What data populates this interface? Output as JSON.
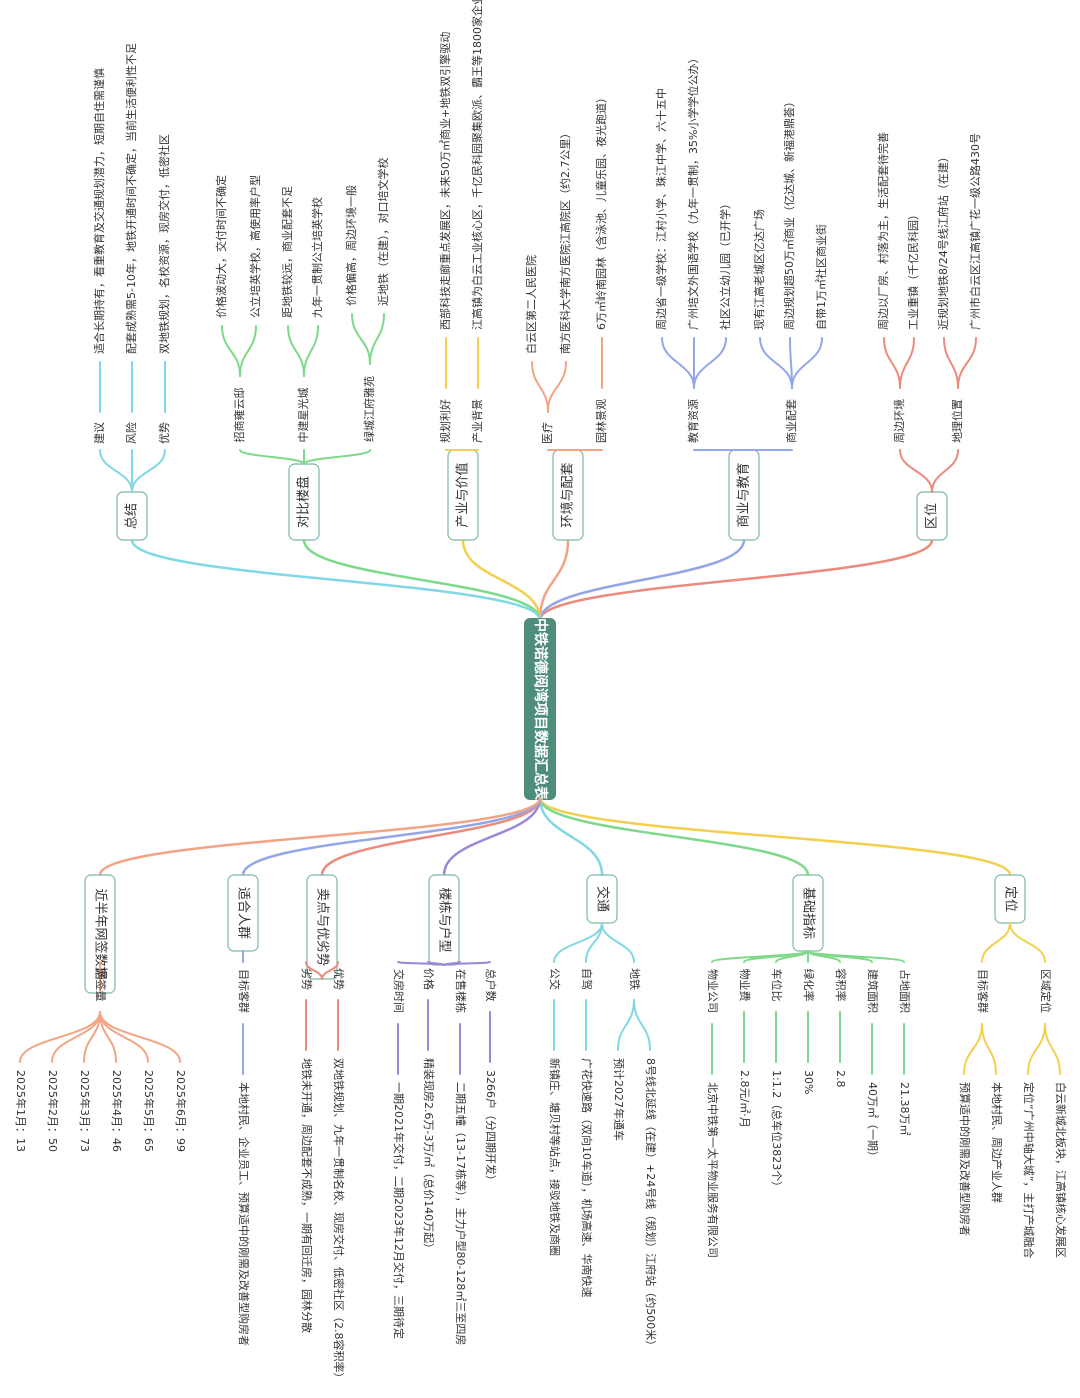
{
  "root": {
    "label": "中铁诺德阅湾项目数据汇总表"
  },
  "top_branches": [
    {
      "label": "区位",
      "color": "#ec8b7b",
      "children": [
        {
          "label": "地理位置",
          "leaves": [
            "广州市白云区江高镇广花一级公路430号",
            "近规划地铁8/24号线江府站（在建）"
          ]
        },
        {
          "label": "周边环境",
          "leaves": [
            "工业重镇（千亿民科园）",
            "周边以厂房、村落为主，生活配套待完善"
          ]
        }
      ]
    },
    {
      "label": "商业与教育",
      "color": "#93a7e8",
      "children": [
        {
          "label": "商业配套",
          "leaves": [
            "自带1万㎡社区商业街",
            "周边规划超50万㎡商业（亿达城、新福港鼎荟）",
            "现有江高老城区亿达广场"
          ]
        },
        {
          "label": "教育资源",
          "leaves": [
            "社区公立幼儿园（已开学）",
            "广州培文外国语学校（九年一贯制，35%小学学位公办）",
            "周边省一级学校：江村小学、珠江中学、六十五中"
          ]
        }
      ]
    },
    {
      "label": "环境与配套",
      "color": "#f2a585",
      "children": [
        {
          "label": "园林景观",
          "leaves": [
            "6万㎡岭南园林（含泳池、儿童乐园、夜光跑道）"
          ]
        },
        {
          "label": "医疗",
          "leaves": [
            "南方医科大学南方医院江高院区（约2.7公里）",
            "白云区第二人民医院"
          ]
        }
      ]
    },
    {
      "label": "产业与价值",
      "color": "#f3cf4e",
      "children": [
        {
          "label": "产业背景",
          "leaves": [
            "江高镇为白云工业核心区，千亿民科园聚集欧派、霸王等1800家企业"
          ]
        },
        {
          "label": "规划利好",
          "leaves": [
            "西部科技走廊重点发展区，未来50万㎡商业+地铁双引擎驱动"
          ]
        }
      ]
    },
    {
      "label": "对比楼盘",
      "color": "#7fd98a",
      "children": [
        {
          "label": "绿城江府雅苑",
          "leaves": [
            "近地铁（在建），对口培文学校",
            "价格偏高，周边环境一般"
          ]
        },
        {
          "label": "中建星光城",
          "leaves": [
            "九年一贯制公立培英学校",
            "距地铁较远，商业配套不足"
          ]
        },
        {
          "label": "招商雍云邸",
          "leaves": [
            "公立培英学校，高使用率户型",
            "价格波动大，交付时间不确定"
          ]
        }
      ]
    },
    {
      "label": "总结",
      "color": "#7fd8e4",
      "children": [
        {
          "label": "优势",
          "leaves": [
            "双地铁规划，名校资源，现房交付，低密社区"
          ]
        },
        {
          "label": "风险",
          "leaves": [
            "配套成熟需5-10年，地铁开通时间不确定，当前生活便利性不足"
          ]
        },
        {
          "label": "建议",
          "leaves": [
            "适合长期持有，看重教育及交通规划潜力，短期自住需谨慎"
          ]
        }
      ]
    }
  ],
  "bottom_branches": [
    {
      "label": "定位",
      "color": "#f3cf4e",
      "children": [
        {
          "label": "区域定位",
          "leaves": [
            "白云新城北板块，江高镇核心发展区",
            "定位“广州中轴大城”，主打产城融合"
          ]
        },
        {
          "label": "目标客群",
          "leaves": [
            "本地村民、周边产业人群",
            "预算适中的刚需及改善型购房者"
          ]
        }
      ]
    },
    {
      "label": "基础指标",
      "color": "#7fd98a",
      "children": [
        {
          "label": "占地面积",
          "leaves": [
            "21.38万㎡"
          ]
        },
        {
          "label": "建筑面积",
          "leaves": [
            "40万㎡（一期）"
          ]
        },
        {
          "label": "容积率",
          "leaves": [
            "2.8"
          ]
        },
        {
          "label": "绿化率",
          "leaves": [
            "30%"
          ]
        },
        {
          "label": "车位比",
          "leaves": [
            "1:1.2（总车位3823个）"
          ]
        },
        {
          "label": "物业费",
          "leaves": [
            "2.8元/㎡·月"
          ]
        },
        {
          "label": "物业公司",
          "leaves": [
            "北京中铁第一太平物业服务有限公司"
          ]
        }
      ]
    },
    {
      "label": "交通",
      "color": "#7fd8e4",
      "children": [
        {
          "label": "地铁",
          "leaves": [
            "8号线北延线（在建）+24号线（规划）江府站（约500米）",
            "预计2027年通车"
          ]
        },
        {
          "label": "自驾",
          "leaves": [
            "广花快速路（双向10车道），机场高速、华南快速"
          ]
        },
        {
          "label": "公交",
          "leaves": [
            "新镇庄、塘贝村等站点，接驳地铁及商圈"
          ]
        }
      ]
    },
    {
      "label": "楼栋与户型",
      "color": "#9b86d8",
      "children": [
        {
          "label": "总户数",
          "leaves": [
            "3266户（分四期开发）"
          ]
        },
        {
          "label": "在售楼栋",
          "leaves": [
            "二期五幢（13-17栋等），主力户型80-128㎡三至四房"
          ]
        },
        {
          "label": "价格",
          "leaves": [
            "精装现房2.6万-3万/㎡（总价140万起）"
          ]
        },
        {
          "label": "交房时间",
          "leaves": [
            "一期2021年交付，二期2023年12月交付，三期待定"
          ]
        }
      ]
    },
    {
      "label": "卖点与优劣势",
      "color": "#ec8b7b",
      "children": [
        {
          "label": "优势",
          "leaves": [
            "双地铁规划、九年一贯制名校、现房交付、低密社区（2.8容积率）"
          ]
        },
        {
          "label": "劣势",
          "leaves": [
            "地铁未开通，周边配套不成熟，一期有回迁房，园林分散"
          ]
        }
      ]
    },
    {
      "label": "适合人群",
      "color": "#93a7e8",
      "children": [
        {
          "label": "目标客群",
          "leaves": [
            "本地村民、企业员工、预算适中的刚需及改善型购房者"
          ]
        }
      ]
    },
    {
      "label": "近半年网签数据",
      "color": "#f2a585",
      "children": [
        {
          "label": "网签量",
          "leaves": [
            "2025年6月：99",
            "2025年5月：65",
            "2025年4月：46",
            "2025年3月：73",
            "2025年2月：50",
            "2025年1月：13"
          ]
        }
      ]
    }
  ],
  "colors": {
    "root_fill": "#4e8d7c",
    "box_border": "#7fb8a6",
    "text": "#333333"
  }
}
